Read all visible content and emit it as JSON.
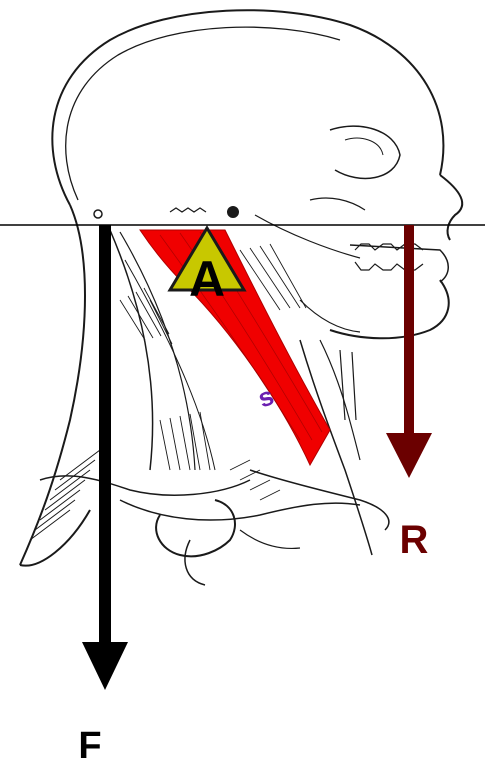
{
  "labels": {
    "pivot": "A",
    "force": "F",
    "resistance": "R",
    "muscle_mark": "s"
  },
  "colors": {
    "muscle": "#f00000",
    "force_arrow": "#000000",
    "resistance_arrow": "#6b0000",
    "pivot_fill": "#c8c800",
    "line_art": "#1a1a1a",
    "muscle_mark": "#6a1fb0"
  }
}
